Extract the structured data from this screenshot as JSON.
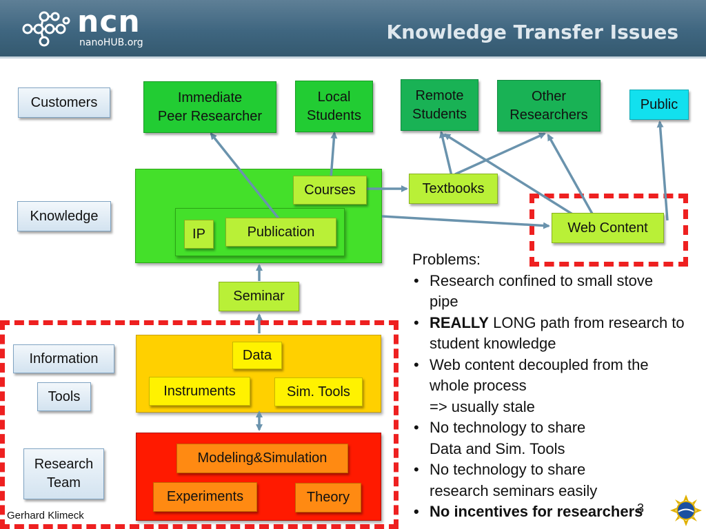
{
  "header": {
    "brand": "ncn",
    "brand_sub": "nanoHUB.org",
    "title": "Knowledge Transfer Issues"
  },
  "row_labels": {
    "customers": "Customers",
    "knowledge": "Knowledge",
    "information": "Information",
    "tools": "Tools",
    "research_team": "Research\nTeam"
  },
  "customers": {
    "immediate": "Immediate\nPeer Researcher",
    "local": "Local\nStudents",
    "remote": "Remote\nStudents",
    "other": "Other\nResearchers",
    "public": "Public"
  },
  "knowledge": {
    "courses": "Courses",
    "ip": "IP",
    "publication": "Publication",
    "textbooks": "Textbooks",
    "web_content": "Web Content",
    "seminar": "Seminar"
  },
  "information": {
    "data": "Data",
    "instruments": "Instruments",
    "sim_tools": "Sim. Tools"
  },
  "research": {
    "modeling": "Modeling&Simulation",
    "experiments": "Experiments",
    "theory": "Theory"
  },
  "problems": {
    "heading": "Problems:",
    "item1": "Research confined to small stove pipe",
    "item2_bold": "REALLY",
    "item2_rest": " LONG path from research to student knowledge",
    "item3_a": "Web content decoupled from the whole process",
    "item3_b": "=> usually stale",
    "item4_a": "No technology to share",
    "item4_b": "Data and Sim. Tools",
    "item5": "No technology to share research seminars easily",
    "item6": "No incentives for researchers"
  },
  "footer": {
    "author": "Gerhard Klimeck",
    "page": "3"
  },
  "colors": {
    "header": "#3f6680",
    "green": "#22cc33",
    "knowledge_panel": "#44e02a",
    "info_panel": "#ffd000",
    "research_panel": "#ff1a00",
    "dash": "#ee2020",
    "arrow": "#6a93ad"
  },
  "icons": {
    "logo": "molecule-logo-icon",
    "nsf": "nsf-seal-icon"
  }
}
